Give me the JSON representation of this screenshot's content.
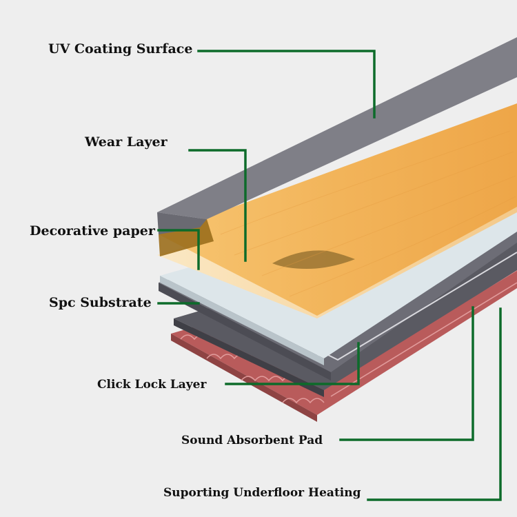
{
  "diagram": {
    "labels": {
      "uv": "UV Coating Surface",
      "wear": "Wear Layer",
      "decorative": "Decorative paper",
      "spc": "Spc Substrate",
      "click": "Click Lock Layer",
      "sound": "Sound Absorbent Pad",
      "heating": "Suporting Underfloor Heating"
    },
    "colors": {
      "background": "#eeeeee",
      "leader_line": "#0d6b2a",
      "uv_layer": "#7f7f87",
      "wood": "#f2b45a",
      "wood_dark": "#a87a26",
      "decorative_paper": "#f6dcae",
      "substrate": "#dde6ea",
      "click_lock": "#6a6a72",
      "pad": "#56565e",
      "heating": "#c46060"
    }
  }
}
